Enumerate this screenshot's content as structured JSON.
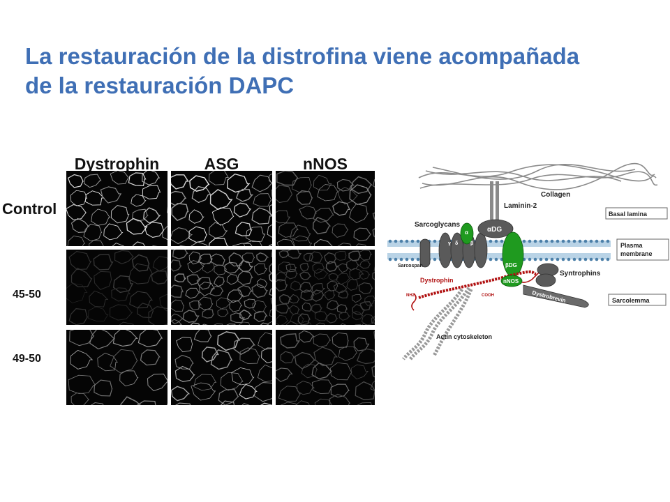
{
  "slide": {
    "title_line1": "La restauración de la distrofina viene  acompañada",
    "title_line2": "de la restauración DAPC"
  },
  "micrograph_grid": {
    "columns": [
      "Dystrophin",
      "ASG",
      "nNOS"
    ],
    "rows": [
      "Control",
      "45-50",
      "49-50"
    ]
  },
  "dapc_diagram": {
    "labels": {
      "collagen": "Collagen",
      "laminin": "Laminin-2",
      "sarcoglycans": "Sarcoglycans",
      "alpha_dg": "αDG",
      "alpha": "α",
      "gamma": "γ",
      "delta": "δ",
      "beta": "β",
      "beta_dg": "βDG",
      "nnos": "nNOS",
      "sarcospan": "Sarcospan",
      "dystrophin": "Dystrophin",
      "nh2": "NH2",
      "cooh": "COOH",
      "syntrophins": "Syntrophins",
      "dystrobrevin": "Dystrobrevin",
      "actin": "Actin cytoskeleton"
    },
    "boxes": {
      "basal_lamina": "Basal lamina",
      "plasma_membrane_1": "Plasma",
      "plasma_membrane_2": "membrane",
      "sarcolemma": "Sarcolemma"
    },
    "colors": {
      "protein_green": "#1f9a1f",
      "protein_grey": "#5a5a5a",
      "dystrophin_red": "#b01010",
      "membrane_blue": "#4b7fa8",
      "title_blue": "#3f6fb5"
    }
  }
}
